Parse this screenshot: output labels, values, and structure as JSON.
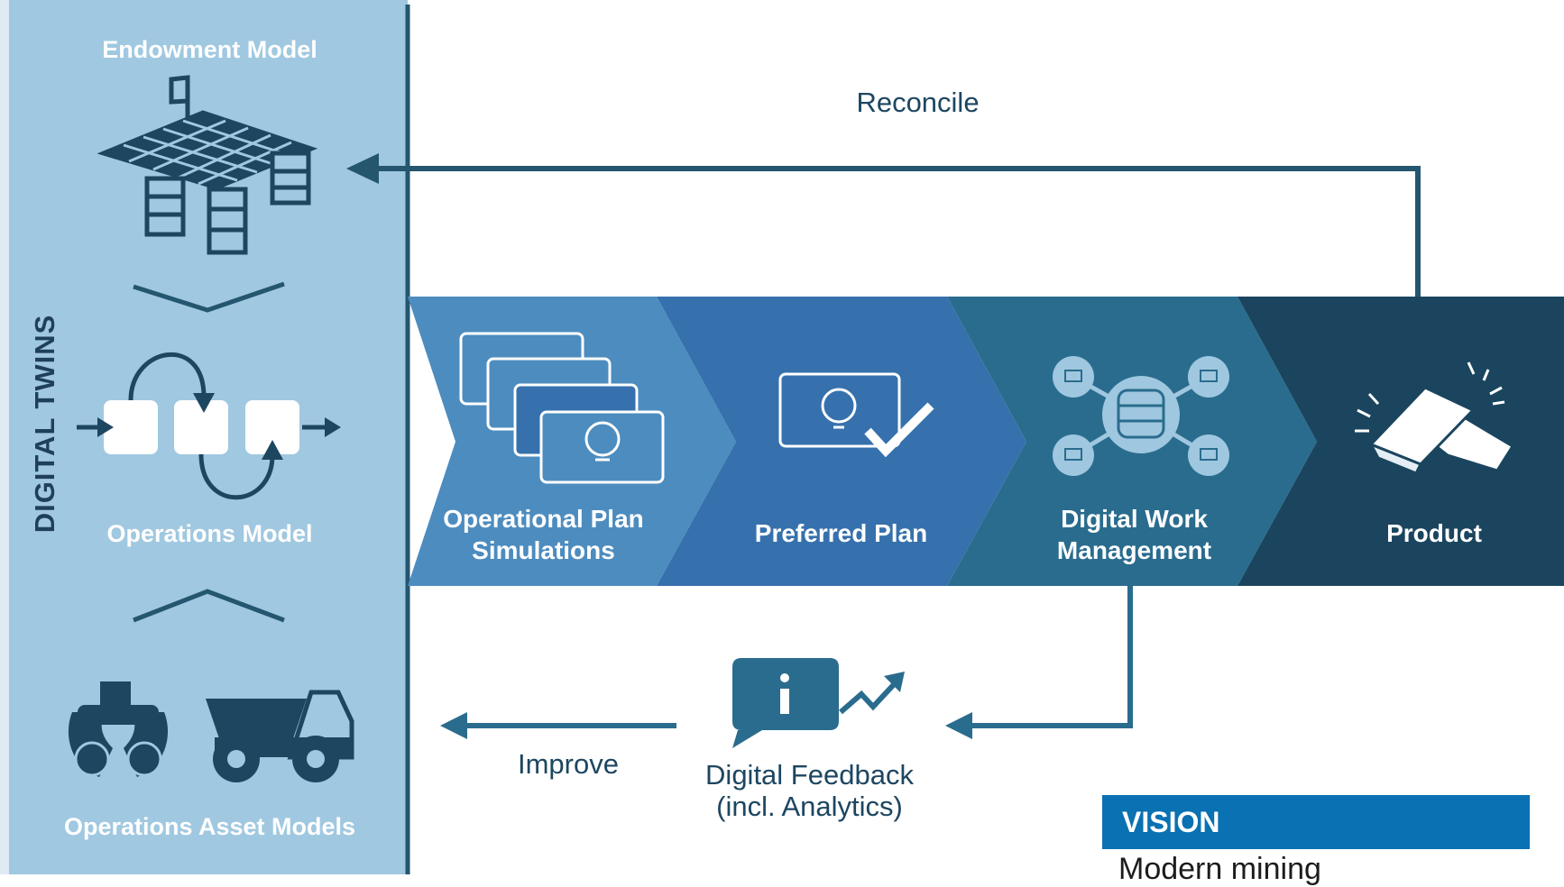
{
  "left_panel": {
    "title": "DIGITAL TWINS",
    "endowment_model": "Endowment Model",
    "operations_model": "Operations Model",
    "operations_asset_models": "Operations Asset Models"
  },
  "flow": [
    {
      "line1": "Operational Plan",
      "line2": "Simulations",
      "color": "#4d8cbf"
    },
    {
      "line1": "Preferred Plan",
      "line2": "",
      "color": "#3671ad"
    },
    {
      "line1": "Digital Work",
      "line2": "Management",
      "color": "#2a6c8e"
    },
    {
      "line1": "Product",
      "line2": "",
      "color": "#1b455e"
    }
  ],
  "loops": {
    "reconcile": "Reconcile",
    "improve": "Improve",
    "feedback_line1": "Digital Feedback",
    "feedback_line2": "(incl. Analytics)"
  },
  "vision": {
    "heading": "VISION",
    "text": "Modern mining"
  },
  "colors": {
    "panel": "#9fc7df",
    "navy": "#1f4c66",
    "accent": "#0a71b2"
  }
}
